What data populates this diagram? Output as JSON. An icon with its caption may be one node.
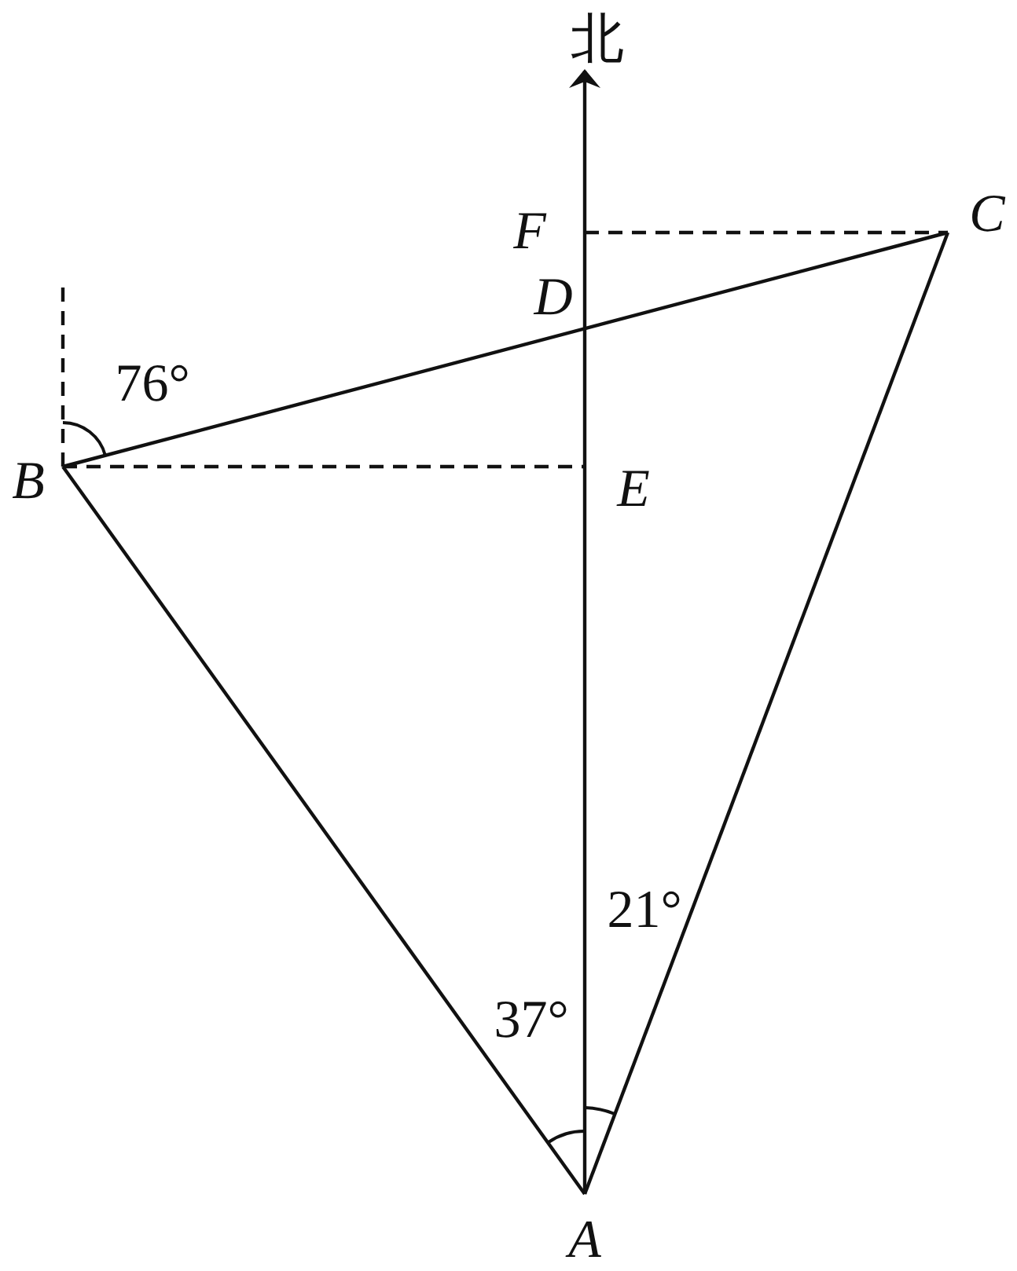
{
  "diagram": {
    "nodes": [
      {
        "text": [
          "北"
        ]
      },
      {
        "text": [
          "F"
        ]
      },
      {
        "text": [
          "C"
        ]
      },
      {
        "text": [
          "D"
        ]
      },
      {
        "text": [
          "B"
        ]
      },
      {
        "text": [
          "E"
        ]
      },
      {
        "text": [
          "A"
        ]
      }
    ],
    "edges": [
      {
        "from": 6,
        "to": 0,
        "arrow": "to"
      },
      {
        "from": 1,
        "to": 2,
        "arrow": "none",
        "style": "dashed"
      },
      {
        "from": 4,
        "to": 2,
        "arrow": "none"
      },
      {
        "from": 4,
        "to": 5,
        "arrow": "none",
        "style": "dashed"
      },
      {
        "from": 4,
        "to": null,
        "arrow": "none",
        "style": "dashed"
      },
      {
        "from": 4,
        "to": 6,
        "arrow": "none"
      },
      {
        "from": 6,
        "to": 2,
        "arrow": "none"
      }
    ],
    "labels": [
      "76°",
      "21°",
      "37°"
    ]
  }
}
